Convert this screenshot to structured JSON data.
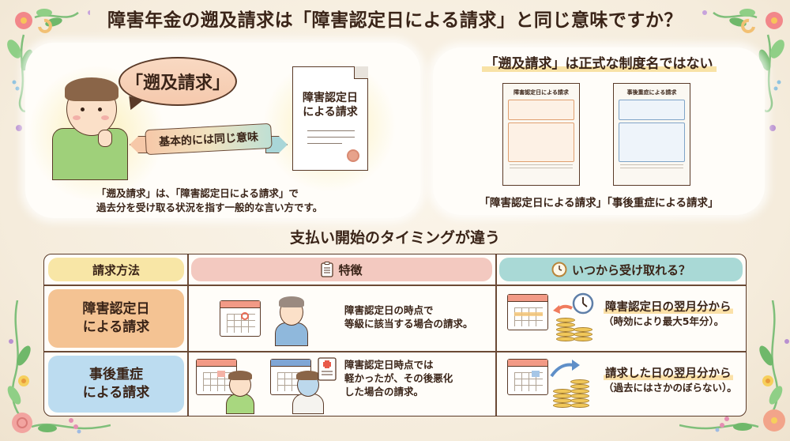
{
  "title": "障害年金の遡及請求は「障害認定日による請求」と同じ意味ですか？",
  "left_panel": {
    "speech_bubble": "「遡及請求」",
    "ribbon": "基本的には同じ意味",
    "document_title_line1": "障害認定日",
    "document_title_line2": "による請求",
    "caption_line1": "「遡及請求」は、「障害認定日による請求」で",
    "caption_line2": "過去分を受け取る状況を指す一般的な言い方です。"
  },
  "right_panel": {
    "heading": "「遡及請求」は正式な制度名ではない",
    "form1_title": "障害認定日による請求",
    "form2_title": "事後重症による請求",
    "caption": "「障害認定日による請求」「事後重症による請求」"
  },
  "section2": {
    "title": "支払い開始のタイミングが違う",
    "table": {
      "headers": {
        "method": "請求方法",
        "features": "特徴",
        "when": "いつから受け取れる？"
      },
      "rows": [
        {
          "method_line1": "障害認定日",
          "method_line2": "による請求",
          "feature_line1": "障害認定日の時点で",
          "feature_line2": "等級に該当する場合の請求。",
          "when_main": "障害認定日の翌月分から",
          "when_sub": "（時効により最大5年分）。"
        },
        {
          "method_line1": "事後重症",
          "method_line2": "による請求",
          "feature_line1": "障害認定日時点では",
          "feature_line2": "軽かったが、その後悪化",
          "feature_line3": "した場合の請求。",
          "when_main": "請求した日の翌月分から",
          "when_sub": "（過去にはさかのぼらない）。"
        }
      ]
    }
  },
  "icons": {
    "features_header": "clipboard-icon",
    "when_header": "clock-icon"
  },
  "colors": {
    "background": "#f7efe1",
    "text": "#3a2418",
    "header_method": "#f8e6a6",
    "header_features": "#f3c9c0",
    "header_when": "#a9d9d6",
    "row1_label": "#f4c393",
    "row2_label": "#bcdcf0",
    "highlight": "#fbe1a8"
  }
}
